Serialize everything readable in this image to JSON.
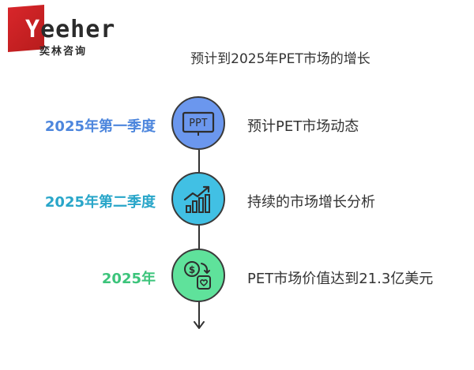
{
  "logo": {
    "word_first": "Y",
    "word_rest": "eeher",
    "subtitle": "奕林咨询"
  },
  "title": "预计到2025年PET市场的增长",
  "steps": [
    {
      "label": "2025年第一季度",
      "desc": "预计PET市场动态",
      "icon": "ppt-icon",
      "icon_text": "PPT",
      "color": "#4d86dd",
      "fill": "#6b97ee"
    },
    {
      "label": "2025年第二季度",
      "desc": "持续的市场增长分析",
      "icon": "bar-chart-growth-icon",
      "color": "#29a6c9",
      "fill": "#41c0e4"
    },
    {
      "label": "2025年",
      "desc": "PET市场价值达到21.3亿美元",
      "icon": "money-exchange-icon",
      "color": "#3cc47b",
      "fill": "#5fe29b"
    }
  ]
}
